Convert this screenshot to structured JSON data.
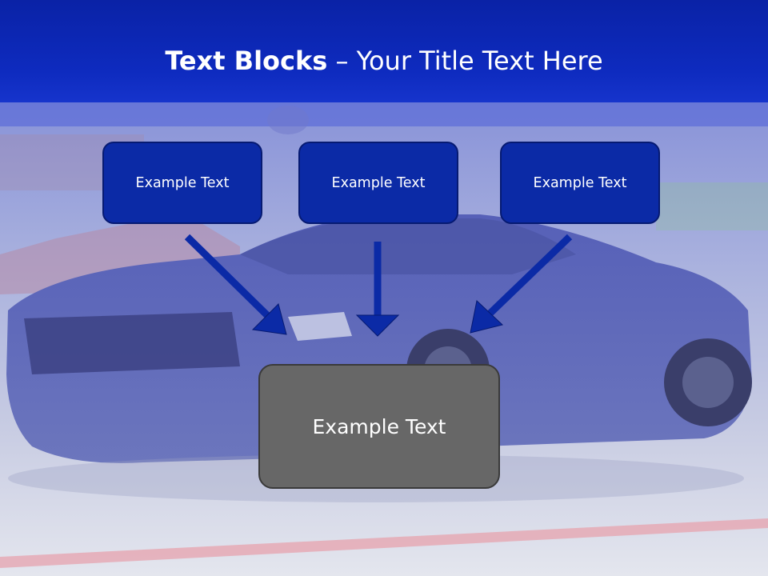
{
  "title": {
    "bold": "Text Blocks",
    "separator": " – ",
    "rest": "Your Title Text Here"
  },
  "blocks": [
    {
      "text": "Example Text"
    },
    {
      "text": "Example Text"
    },
    {
      "text": "Example Text"
    }
  ],
  "result": {
    "text": "Example Text"
  },
  "colors": {
    "header": "#0e2bbf",
    "block": "#0b2aa6",
    "result": "#676767",
    "arrow": "#0b2aa6"
  }
}
